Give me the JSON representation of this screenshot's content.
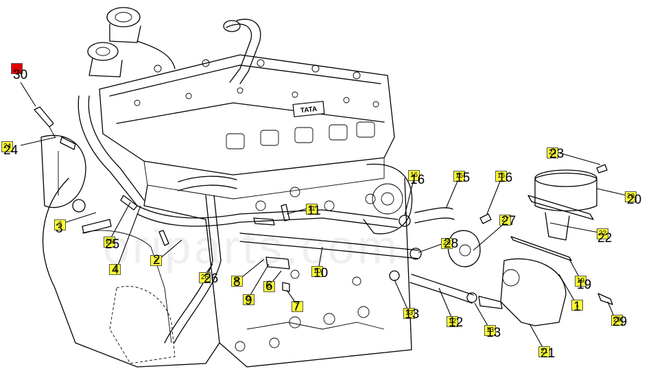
{
  "diagram": {
    "watermark": "oriparts.com",
    "plate_text": "TATA",
    "callouts": [
      {
        "id": "c30",
        "tag": "",
        "num": "30",
        "color": "red"
      },
      {
        "id": "c24",
        "tag": "24",
        "num": "24"
      },
      {
        "id": "c3",
        "tag": "3",
        "num": "3"
      },
      {
        "id": "c25",
        "tag": "25",
        "num": "25"
      },
      {
        "id": "c4",
        "tag": "4",
        "num": "4"
      },
      {
        "id": "c2",
        "tag": "2",
        "num": "2"
      },
      {
        "id": "c26",
        "tag": "26",
        "num": "26"
      },
      {
        "id": "c8",
        "tag": "8",
        "num": "8"
      },
      {
        "id": "c9",
        "tag": "9",
        "num": "9"
      },
      {
        "id": "c6",
        "tag": "6",
        "num": "6"
      },
      {
        "id": "c7",
        "tag": "7",
        "num": "7"
      },
      {
        "id": "c11",
        "tag": "11",
        "num": "11"
      },
      {
        "id": "c10",
        "tag": "10",
        "num": "10"
      },
      {
        "id": "c13a",
        "tag": "13",
        "num": "13"
      },
      {
        "id": "c16a",
        "tag": "16",
        "num": "16"
      },
      {
        "id": "c15",
        "tag": "15",
        "num": "15"
      },
      {
        "id": "c16b",
        "tag": "16",
        "num": "16"
      },
      {
        "id": "c28",
        "tag": "28",
        "num": "28"
      },
      {
        "id": "c27",
        "tag": "27",
        "num": "27"
      },
      {
        "id": "c12",
        "tag": "12",
        "num": "12"
      },
      {
        "id": "c13b",
        "tag": "13",
        "num": "13"
      },
      {
        "id": "c23",
        "tag": "23",
        "num": "23"
      },
      {
        "id": "c20",
        "tag": "20",
        "num": "20"
      },
      {
        "id": "c22",
        "tag": "22",
        "num": "22"
      },
      {
        "id": "c19",
        "tag": "19",
        "num": "19"
      },
      {
        "id": "c1",
        "tag": "1",
        "num": "1"
      },
      {
        "id": "c29",
        "tag": "29",
        "num": "29"
      },
      {
        "id": "c21",
        "tag": "21",
        "num": "21"
      }
    ]
  }
}
